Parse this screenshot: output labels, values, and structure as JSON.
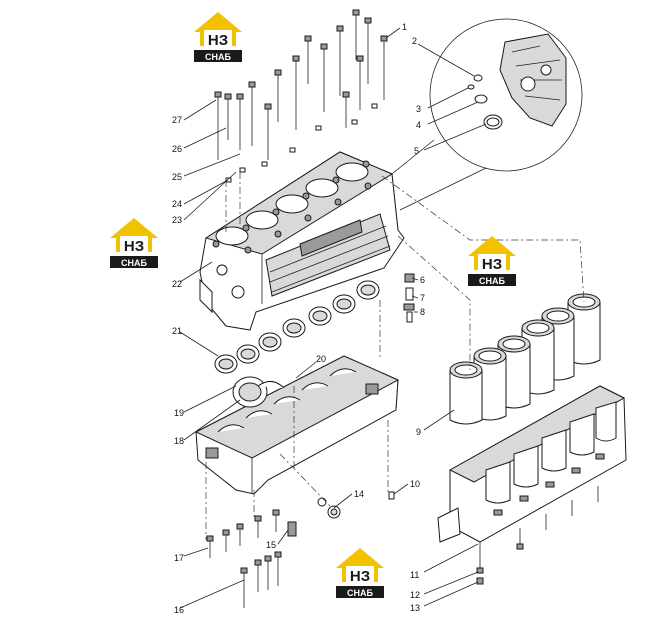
{
  "logo": {
    "mark": "НЗ",
    "caption": "СНАБ",
    "color_roof": "#f2c200",
    "color_mark_bg": "#ffffff",
    "color_mark_text": "#1a1a1a",
    "color_caption_bg": "#1a1a1a",
    "color_caption_text": "#ffffff"
  },
  "callouts": [
    "1",
    "2",
    "3",
    "4",
    "5",
    "6",
    "7",
    "8",
    "9",
    "10",
    "11",
    "12",
    "13",
    "14",
    "15",
    "16",
    "17",
    "18",
    "19",
    "20",
    "21",
    "22",
    "23",
    "24",
    "25",
    "26",
    "27"
  ]
}
